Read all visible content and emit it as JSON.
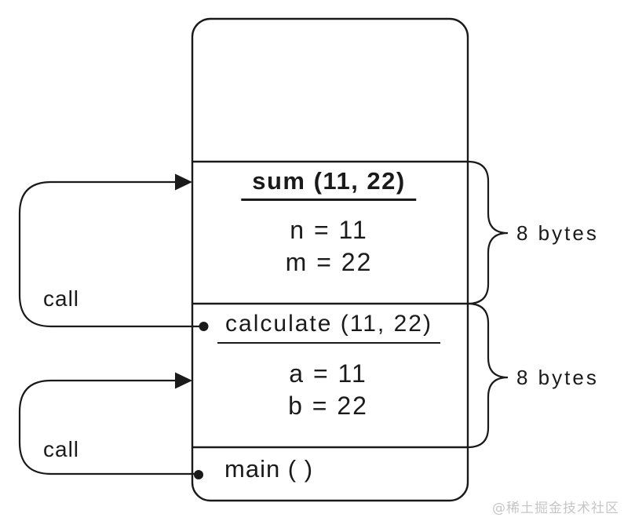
{
  "stack": {
    "frames": [
      {
        "title": "sum (11, 22)",
        "vars": [
          "n = 11",
          "m = 22"
        ],
        "size_label": "8 bytes"
      },
      {
        "title": "calculate (11, 22)",
        "vars": [
          "a = 11",
          "b = 22"
        ],
        "size_label": "8 bytes"
      },
      {
        "title": "main ( )"
      }
    ]
  },
  "calls": [
    {
      "label": "call"
    },
    {
      "label": "call"
    }
  ],
  "watermark": "@稀土掘金技术社区",
  "colors": {
    "line": "#1a1a1a",
    "background": "#ffffff",
    "watermark": "#c6c6c6"
  }
}
